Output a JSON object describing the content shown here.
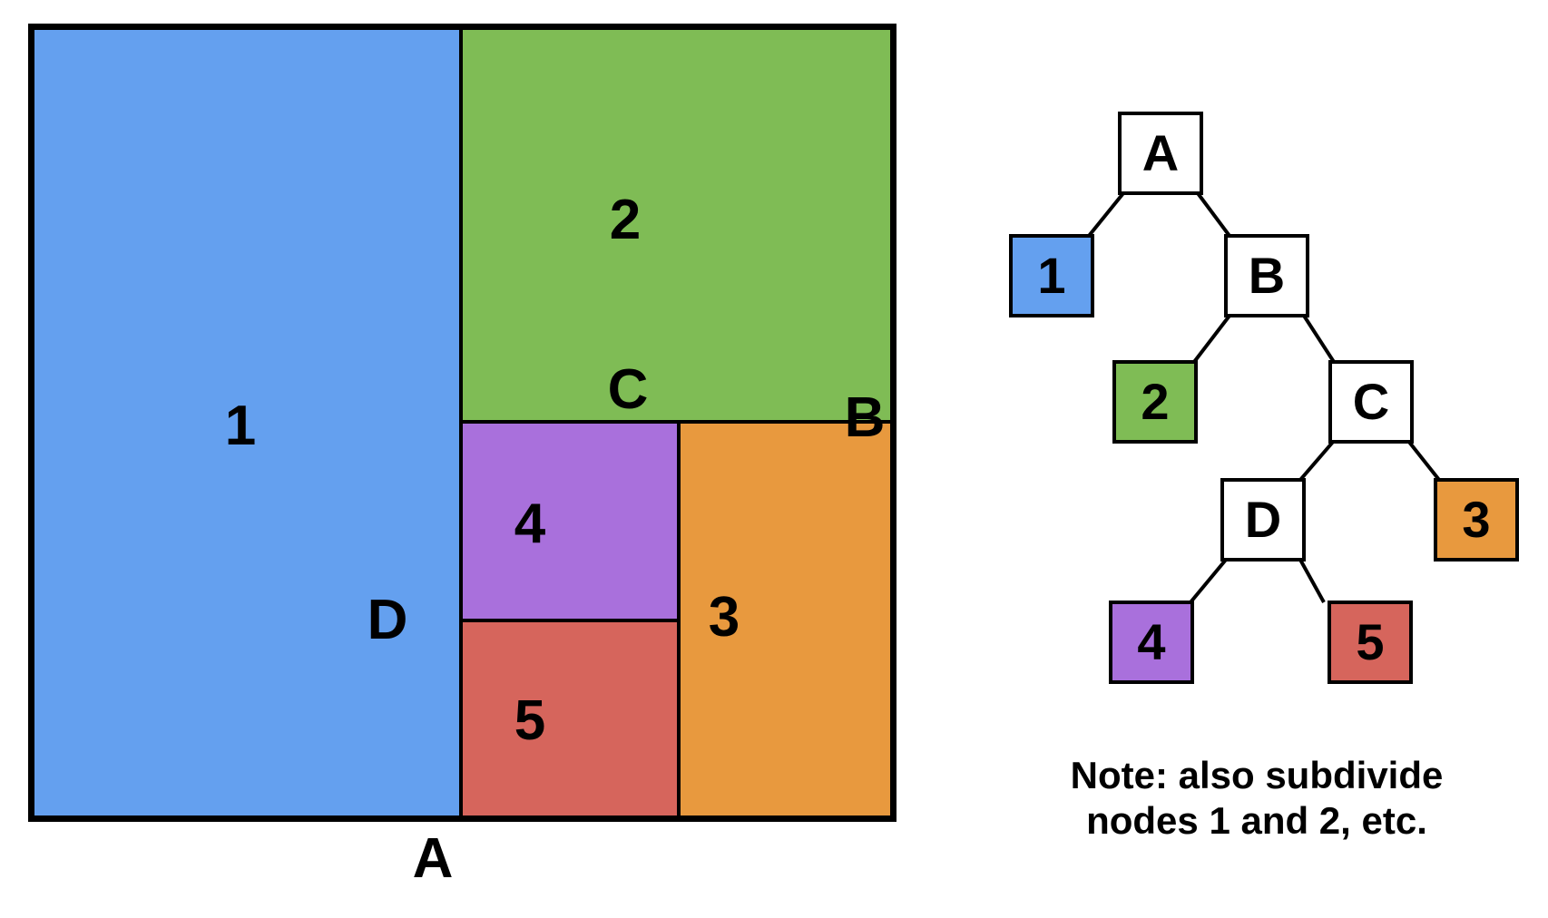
{
  "treemap": {
    "regions": [
      {
        "label": "1",
        "color": "#64A0EF"
      },
      {
        "label": "2",
        "color": "#7FBC55"
      },
      {
        "label": "3",
        "color": "#E8993E"
      },
      {
        "label": "4",
        "color": "#A970DC"
      },
      {
        "label": "5",
        "color": "#D6655C"
      }
    ],
    "split_labels": [
      {
        "label": "A"
      },
      {
        "label": "B"
      },
      {
        "label": "C"
      },
      {
        "label": "D"
      }
    ]
  },
  "tree": {
    "nodes": [
      {
        "label": "A",
        "kind": "internal",
        "color": "#FFFFFF"
      },
      {
        "label": "1",
        "kind": "leaf",
        "color": "#64A0EF"
      },
      {
        "label": "B",
        "kind": "internal",
        "color": "#FFFFFF"
      },
      {
        "label": "2",
        "kind": "leaf",
        "color": "#7FBC55"
      },
      {
        "label": "C",
        "kind": "internal",
        "color": "#FFFFFF"
      },
      {
        "label": "D",
        "kind": "internal",
        "color": "#FFFFFF"
      },
      {
        "label": "3",
        "kind": "leaf",
        "color": "#E8993E"
      },
      {
        "label": "4",
        "kind": "leaf",
        "color": "#A970DC"
      },
      {
        "label": "5",
        "kind": "leaf",
        "color": "#D6655C"
      }
    ],
    "edges": [
      {
        "from": "A",
        "to": "1"
      },
      {
        "from": "A",
        "to": "B"
      },
      {
        "from": "B",
        "to": "2"
      },
      {
        "from": "B",
        "to": "C"
      },
      {
        "from": "C",
        "to": "D"
      },
      {
        "from": "C",
        "to": "3"
      },
      {
        "from": "D",
        "to": "4"
      },
      {
        "from": "D",
        "to": "5"
      }
    ]
  },
  "note": {
    "line1": "Note: also subdivide",
    "line2": "nodes 1 and 2, etc."
  }
}
